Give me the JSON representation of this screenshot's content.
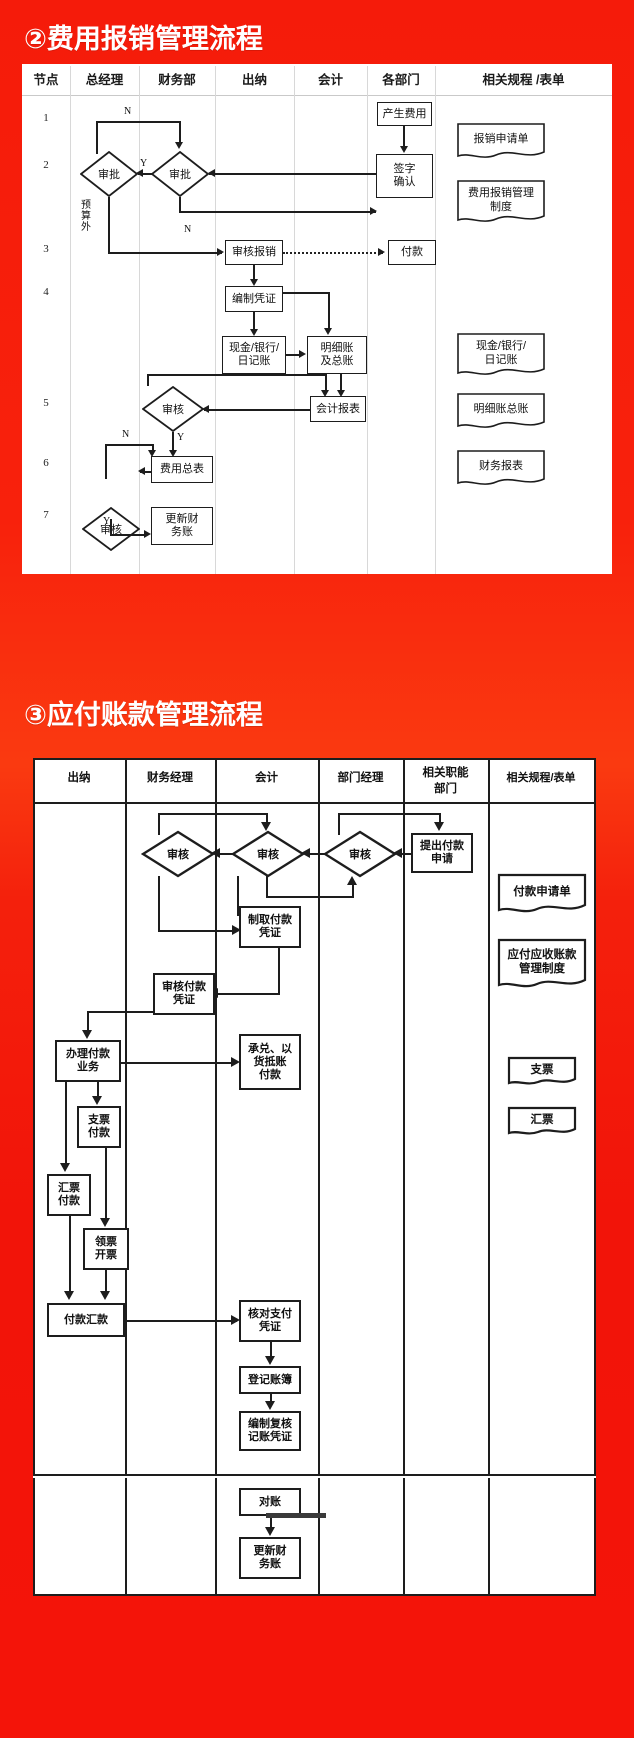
{
  "page": {
    "background_color": "#f41c0c",
    "title_color": "#ffffff"
  },
  "sections": [
    {
      "id": "section-2",
      "title": "②费用报销管理流程",
      "table": {
        "columns": [
          "节点",
          "总经理",
          "财务部",
          "出纳",
          "会计",
          "各部门",
          "相关规程 /表单"
        ],
        "row_numbers": [
          "1",
          "2",
          "3",
          "4",
          "5",
          "6",
          "7"
        ]
      },
      "nodes": {
        "chanshengfeiyong": "产生费用",
        "qianzi_queren": "签字\n确认",
        "shenpi_zjl": "审批",
        "shenpi_cwb": "审批",
        "shenhe_baoxiao": "审核报销",
        "fukuan": "付款",
        "bianzhi_pingzheng": "编制凭证",
        "xianjin_yinhang": "现金/银行/\n日记账",
        "mingxi_zongzhang": "明细账\n及总账",
        "kuaiji_baobiao": "会计报表",
        "shenhe1": "审核",
        "shenhe2": "审核",
        "feiyong_zongbiao": "费用总表",
        "gengxin_caiwuzhang": "更新财\n务账"
      },
      "edge_labels": {
        "n1": "N",
        "y1": "Y",
        "n2": "N",
        "yusuanwai": "预算外",
        "n3": "N",
        "y2": "Y",
        "y3": "Y"
      },
      "documents": [
        "报销申请单",
        "费用报销管理\n制度",
        "现金/银行/\n日记账",
        "明细账总账",
        "财务报表"
      ]
    },
    {
      "id": "section-3",
      "title": "③应付账款管理流程",
      "table": {
        "columns": [
          "出纳",
          "财务经理",
          "会计",
          "部门经理",
          "相关职能\n部门",
          "相关规程/表单"
        ]
      },
      "nodes": {
        "tichu_fukuan_shenqing": "提出付款\n申请",
        "shenhe_bmjl": "审核",
        "shenhe_kj": "审核",
        "shenhe_cwjl": "审核",
        "zhiqu_fukuan_pingzheng": "制取付款\n凭证",
        "shenhe_fukuan_pingzheng": "审核付款\n凭证",
        "banli_fukuan_yewu": "办理付款\n业务",
        "chengdui_yihuodizhang": "承兑、以\n货抵账\n付款",
        "zhipiao_fukuan": "支票\n付款",
        "huipiao_fukuan": "汇票\n付款",
        "lingpiao_kaipiao": "领票\n开票",
        "fukuan_huikuan": "付款汇款",
        "hedui_zhifu_pingzheng": "核对支付\n凭证",
        "dengji_zhangbu": "登记账簿",
        "bianzhi_fuhe_jizhang": "编制复核\n记账凭证",
        "duizhang": "对账",
        "gengxin_caiwuzhang": "更新财\n务账"
      },
      "documents": [
        "付款申请单",
        "应付应收账款\n管理制度",
        "支票",
        "汇票"
      ]
    }
  ]
}
